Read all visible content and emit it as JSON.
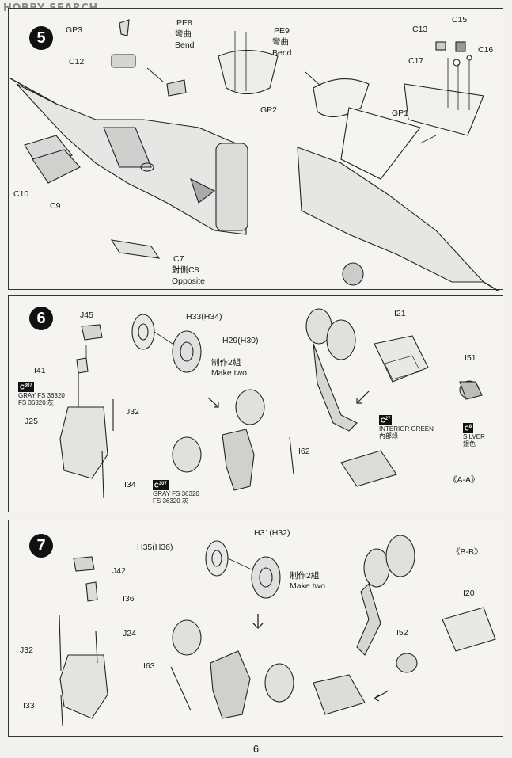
{
  "watermark": "HOBBY SEARCH",
  "page_number": "6",
  "steps": [
    {
      "number": "5",
      "labels": {
        "gp3": "GP3",
        "c12": "C12",
        "pe8": "PE8",
        "pe8_cn": "彎曲",
        "pe8_en": "Bend",
        "pe9": "PE9",
        "pe9_cn": "彎曲",
        "pe9_en": "Bend",
        "gp2": "GP2",
        "c13": "C13",
        "c15": "C15",
        "c17": "C17",
        "c16": "C16",
        "gp1": "GP1",
        "c10": "C10",
        "c9": "C9",
        "c7": "C7",
        "c7_cn": "對側C8",
        "c7_en": "Opposite"
      }
    },
    {
      "number": "6",
      "labels": {
        "j45": "J45",
        "i41": "I41",
        "paint_c": "C",
        "paint_code": "307",
        "paint_gray": "GRAY FS 36320",
        "paint_gray_cn": "FS  36320 灰",
        "j25": "J25",
        "j32": "J32",
        "i34": "I34",
        "h33": "H33(H34)",
        "h29": "H29(H30)",
        "make_two_cn": "制作2組",
        "make_two_en": "Make two",
        "paint2_c": "C",
        "paint2_code": "307",
        "paint2_gray": "GRAY FS 36320",
        "paint2_gray_cn": "FS  36320 灰",
        "i62": "I62",
        "i21": "I21",
        "interior_c": "C",
        "interior_code": "27",
        "interior_en": "INTERIOR GREEN",
        "interior_cn": "內部綠",
        "i51": "I51",
        "silver_c": "C",
        "silver_code": "8",
        "silver_en": "SILVER",
        "silver_cn": "銀色",
        "section": "《A-A》"
      }
    },
    {
      "number": "7",
      "labels": {
        "h31": "H31(H32)",
        "h35": "H35(H36)",
        "j42": "J42",
        "i36": "I36",
        "j24": "J24",
        "j32": "J32",
        "i33": "I33",
        "make_two_cn": "制作2組",
        "make_two_en": "Make two",
        "i63": "I63",
        "section": "《B-B》",
        "i20": "I20",
        "i52": "I52"
      }
    }
  ]
}
